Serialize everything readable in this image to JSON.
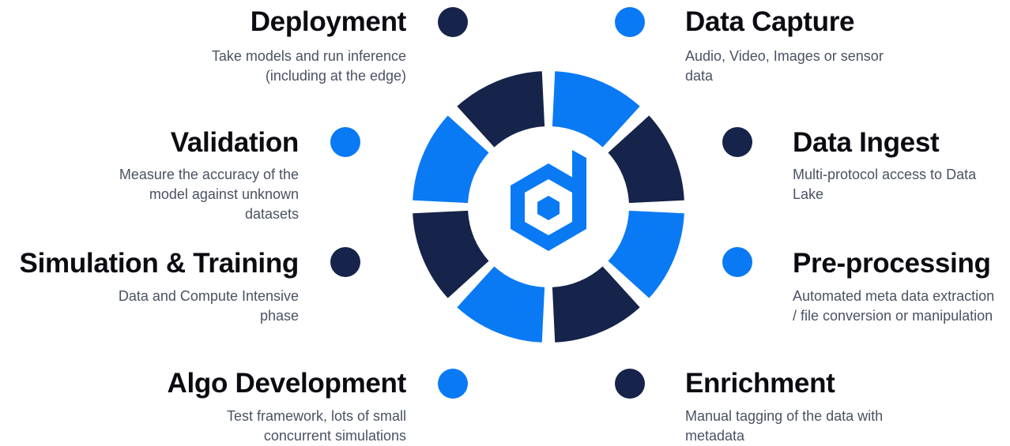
{
  "colors": {
    "dark": "#16234a",
    "blue": "#0a7af4",
    "text_dark": "#0b0b12",
    "text_muted": "#4a5262"
  },
  "logo_icon": "hexagon-d-logo-icon",
  "stages": {
    "deployment": {
      "title": "Deployment",
      "desc": "Take models and run inference (including at the edge)",
      "dot": "dark"
    },
    "validation": {
      "title": "Validation",
      "desc": "Measure the accuracy of the model against unknown datasets",
      "dot": "blue"
    },
    "simulation": {
      "title": "Simulation & Training",
      "desc": "Data and Compute Intensive phase",
      "dot": "dark"
    },
    "algo": {
      "title": "Algo Development",
      "desc": "Test framework, lots of small concurrent simulations",
      "dot": "blue"
    },
    "capture": {
      "title": "Data Capture",
      "desc": "Audio, Video, Images or sensor data",
      "dot": "blue"
    },
    "ingest": {
      "title": "Data Ingest",
      "desc": "Multi-protocol access to Data Lake",
      "dot": "dark"
    },
    "preprocess": {
      "title": "Pre-processing",
      "desc": "Automated meta data extraction / file conversion or manipulation",
      "dot": "blue"
    },
    "enrichment": {
      "title": "Enrichment",
      "desc": "Manual tagging of the data with metadata",
      "dot": "dark"
    }
  },
  "wheel_segments": [
    "blue",
    "dark",
    "blue",
    "dark",
    "blue",
    "dark",
    "blue",
    "dark"
  ]
}
